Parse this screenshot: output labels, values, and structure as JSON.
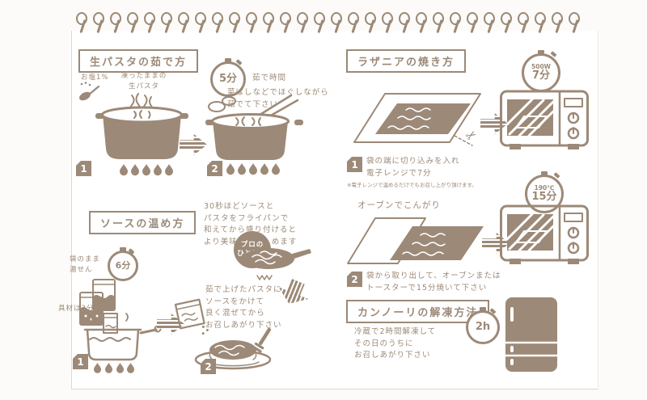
{
  "accent": "#9c8977",
  "boil": {
    "title": "生パスタの茹で方",
    "salt": "お塩1%",
    "pasta1": "凍ったままの",
    "pasta2": "生パスタ",
    "step1": "1",
    "step2": "2",
    "timer": "5分",
    "timer_label": "茹で時間",
    "note1": "菜ばしなどでほぐしながら",
    "note2": "茹でて下さい"
  },
  "sauce": {
    "title": "ソースの温め方",
    "bag1": "袋のまま",
    "bag2": "湯せん",
    "timer": "6分",
    "ingredients": "具材は3分",
    "step1": "1",
    "step2": "2",
    "tip1": "30秒ほどソースと",
    "tip2": "パスタをフライパンで",
    "tip3": "和えてから盛り付けると",
    "tip4": "より美味しく楽しめます",
    "pro1": "プロの",
    "pro2": "ひと手間",
    "serve1": "茹で上げたパスタに",
    "serve2": "ソースをかけて",
    "serve3": "良く混ぜてから",
    "serve4": "お召しあがり下さい"
  },
  "lasagna": {
    "title": "ラザニアの焼き方",
    "watt": "500W",
    "timer1": "7分",
    "step1": "1",
    "step1a": "袋の端に切り込みを入れ",
    "step1b": "電子レンジで7分",
    "note": "※電子レンジで温めるだけでもお召し上がり頂けます。",
    "temp": "190℃",
    "timer2": "15分",
    "oven_label": "オーブンでこんがり",
    "step2": "2",
    "step2a": "袋から取り出して、オーブンまたは",
    "step2b": "トースターで15分焼いて下さい"
  },
  "cannoli": {
    "title": "カンノーリの解凍方法",
    "timer": "2h",
    "note1": "冷蔵で2時間解凍して",
    "note2": "その日のうちに",
    "note3": "お召しあがり下さい"
  }
}
